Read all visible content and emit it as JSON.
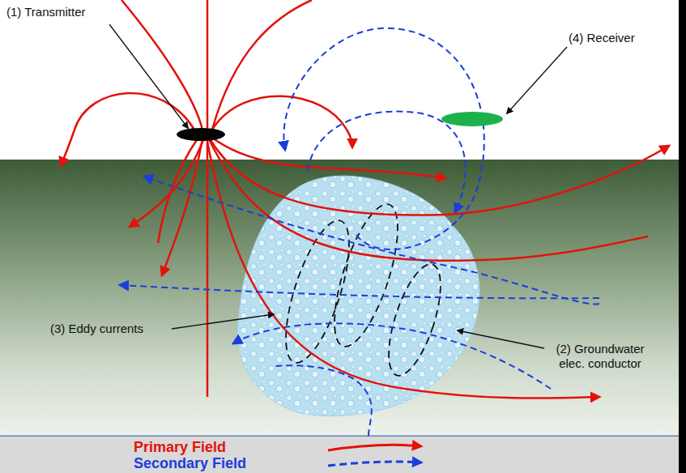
{
  "diagram": {
    "labels": [
      "(1) Transmitter",
      "(4) Receiver",
      "(3) Eddy currents",
      "(2) Groundwater elec. conductor"
    ],
    "legend": [
      {
        "text": "Primary Field"
      },
      {
        "text": "Secondary Field"
      }
    ]
  }
}
